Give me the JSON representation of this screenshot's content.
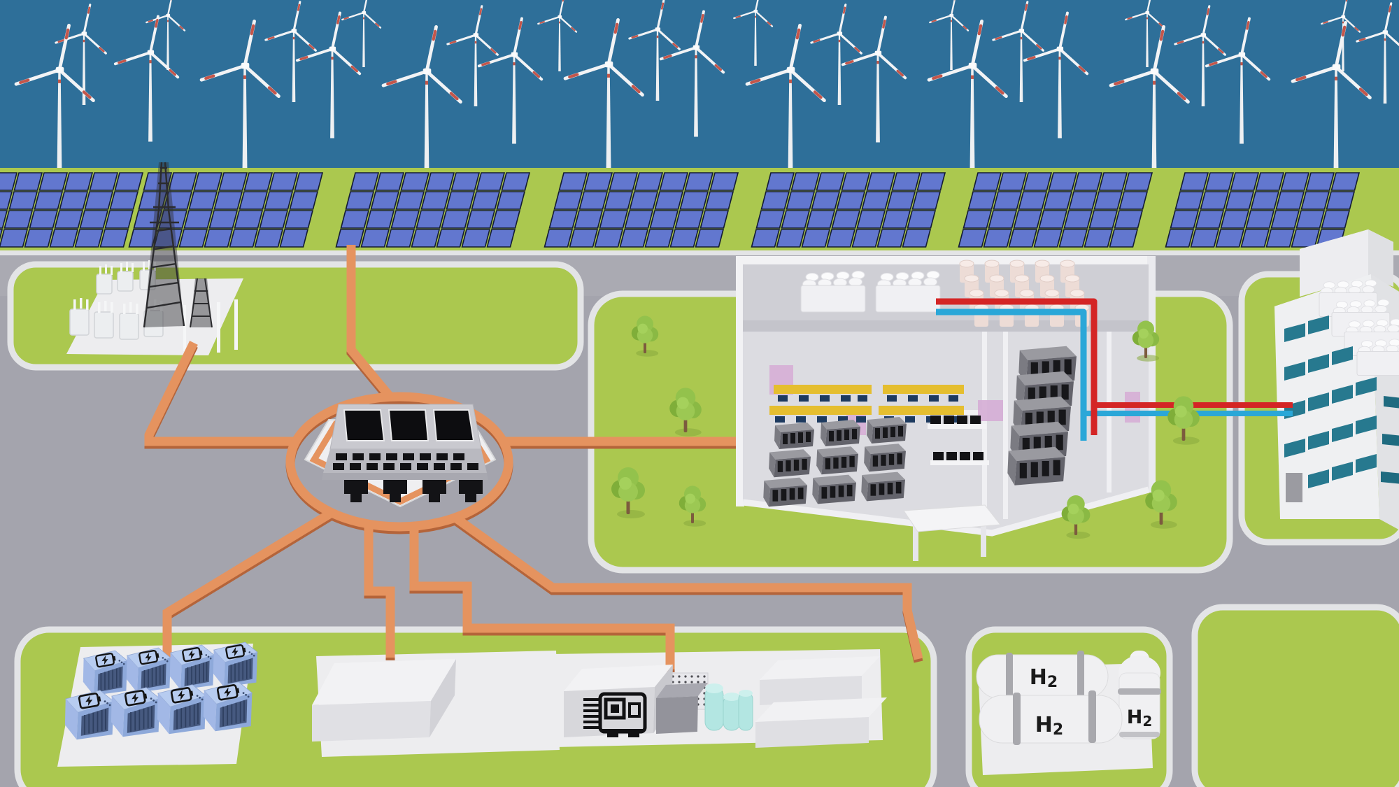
{
  "scene": {
    "description": "3D isometric illustration of a renewable-energy microgrid: offshore wind farm, solar park, grid substation, central power-routing hub, battery storage, warehouses, backup generator plant, hydrogen storage, a cutaway data-center building with district heat pipes feeding an office building.",
    "labels": {
      "h2": {
        "element": "H",
        "subscript": "2"
      }
    },
    "counts": {
      "wind_turbines": 30,
      "solar_array_blocks": 7,
      "battery_containers": 8,
      "hydrogen_tanks": 3,
      "trees": 8
    },
    "components": [
      "offshore-wind-farm",
      "solar-park",
      "transmission-tower",
      "substation",
      "power-routing-hub",
      "battery-storage",
      "warehouse",
      "generator-plant",
      "hydrogen-storage",
      "data-center",
      "office-building",
      "electricity-route",
      "hot-water-pipe",
      "cold-water-pipe"
    ],
    "colors": {
      "sea": "#2e6f99",
      "grass": "#abc84f",
      "road": "#a4a4ad",
      "curb": "#e3e4e6",
      "energy_route_orange": "#e5935f",
      "energy_route_shadow": "#b4643a",
      "solar_panel_blue": "#6277cf",
      "battery_blue": "#8ea9da",
      "hot_pipe_red": "#d42525",
      "cold_pipe_cyan": "#2aa7d8",
      "window_teal": "#27798f",
      "desk_yellow": "#e5be2f",
      "accent_pink": "#d6aed6",
      "structure_white": "#f0f0f3"
    }
  }
}
